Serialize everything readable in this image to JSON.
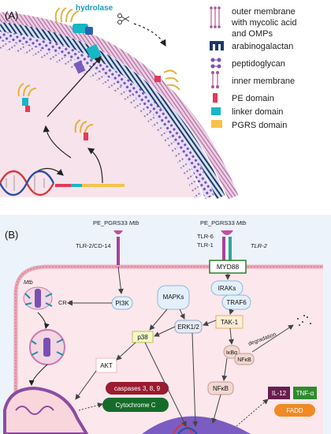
{
  "panelA": {
    "label": "(A)",
    "hydrolase": "hydrolase",
    "legend": [
      {
        "lines": [
          "outer membrane",
          "with mycolic acid",
          "and OMPs"
        ],
        "icon": "outer-membrane-icon"
      },
      {
        "lines": [
          "arabinogalactan"
        ],
        "icon": "arabinogalactan-icon"
      },
      {
        "lines": [
          "peptidoglycan"
        ],
        "icon": "peptidoglycan-icon"
      },
      {
        "lines": [
          "inner membrane"
        ],
        "icon": "inner-membrane-icon"
      },
      {
        "lines": [
          "PE domain"
        ],
        "icon": "pe-domain-swatch",
        "color": "#e23b5a"
      },
      {
        "lines": [
          "linker domain"
        ],
        "icon": "linker-domain-swatch",
        "color": "#18b6c6"
      },
      {
        "lines": [
          "PGRS domain"
        ],
        "icon": "pgrs-domain-swatch",
        "color": "#f6c24a"
      }
    ]
  },
  "panelB": {
    "label": "(B)",
    "pe_pgrs33_left": "PE_PGRS33",
    "pe_pgrs33_right": "PE_PGRS33",
    "mtb": "Mtb",
    "tlr2_cd14": "TLR-2/CD-14",
    "tlr6": "TLR-6",
    "tlr1": "TLR-1",
    "tlr2": "TLR-2",
    "myd88": "MYD88",
    "cr3": "CR-3",
    "pi3k": "PI3K",
    "mapks": "MAPKs",
    "iraks": "IRAKs",
    "traf6": "TRAF6",
    "tak1": "TAK-1",
    "p38": "p38",
    "erk12": "ERK1/2",
    "akt": "AKT",
    "ikba": "IκBα",
    "nfkb_complex": "NFκB",
    "nfkb": "NFκB",
    "degradation": "degradation",
    "caspases": "caspases 3, 8, 9",
    "cytochrome": "Cytochrome C",
    "il12": "IL-12",
    "tnfa": "TNF-α",
    "fadd": "FADD"
  },
  "colors": {
    "pe": "#e23b5a",
    "linker": "#18b6c6",
    "pgrs": "#f6c24a",
    "membrane": "#c77bb0",
    "navy": "#1b3a6b",
    "caspase": "#9b1b30",
    "cyto": "#166b2a",
    "il12": "#6a1d4f",
    "tnf": "#2e8b2e",
    "fadd": "#f08a24"
  }
}
